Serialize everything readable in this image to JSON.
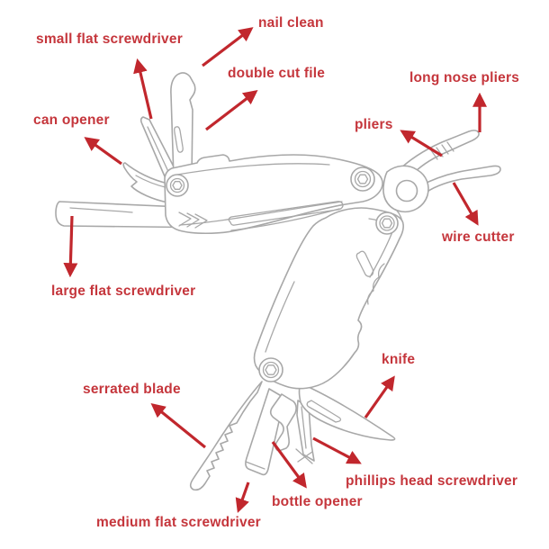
{
  "colors": {
    "background": "#ffffff",
    "label_text": "#c5363c",
    "arrow": "#c1272d",
    "tool_outline": "#a8a8a8"
  },
  "labels": [
    {
      "id": "small-flat-screwdriver",
      "text": "small flat screwdriver"
    },
    {
      "id": "nail-clean",
      "text": "nail clean"
    },
    {
      "id": "double-cut-file",
      "text": "double cut file"
    },
    {
      "id": "long-nose-pliers",
      "text": "long nose pliers"
    },
    {
      "id": "can-opener",
      "text": "can opener"
    },
    {
      "id": "pliers",
      "text": "pliers"
    },
    {
      "id": "wire-cutter",
      "text": "wire cutter"
    },
    {
      "id": "large-flat-screwdriver",
      "text": "large flat screwdriver"
    },
    {
      "id": "serrated-blade",
      "text": "serrated blade"
    },
    {
      "id": "knife",
      "text": "knife"
    },
    {
      "id": "phillips-head-screwdriver",
      "text": "phillips head screwdriver"
    },
    {
      "id": "bottle-opener",
      "text": "bottle opener"
    },
    {
      "id": "medium-flat-screwdriver",
      "text": "medium flat screwdriver"
    }
  ]
}
